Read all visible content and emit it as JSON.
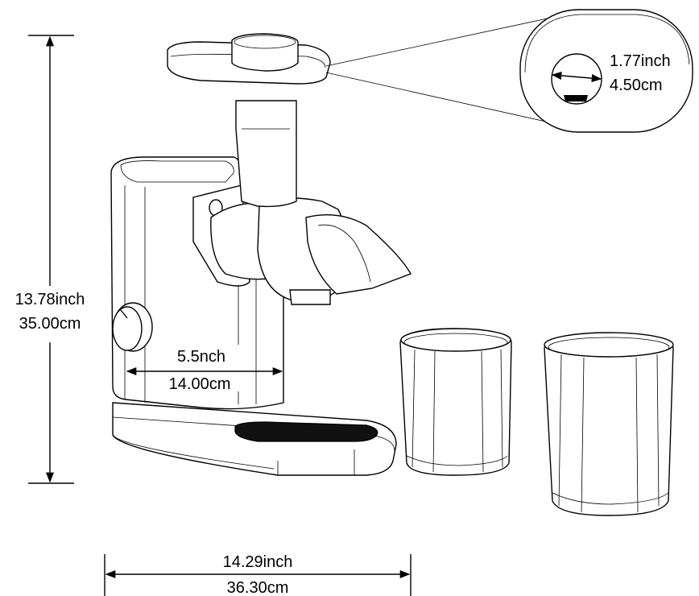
{
  "dimensions": {
    "height": {
      "imperial": "13.78inch",
      "metric": "35.00cm"
    },
    "body_width": {
      "imperial": "5.5nch",
      "metric": "14.00cm"
    },
    "total_width": {
      "imperial": "14.29inch",
      "metric": "36.30cm"
    },
    "chute_opening": {
      "imperial": "1.77inch",
      "metric": "4.50cm"
    }
  }
}
